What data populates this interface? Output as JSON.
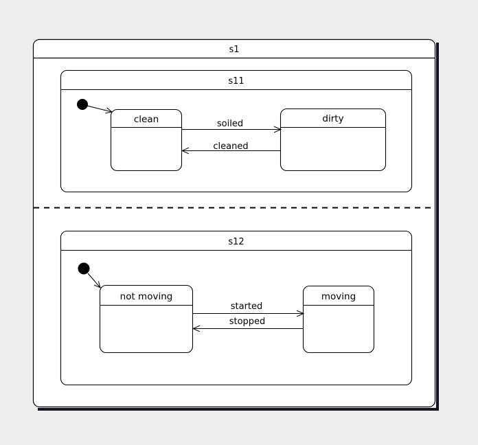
{
  "diagram": {
    "type": "uml-state-machine",
    "background_color": "#eeeeee",
    "line_color": "#000000",
    "fill_color": "#ffffff",
    "composite_state": {
      "name": "s1",
      "regions": [
        {
          "name": "s11",
          "initial_pseudostate": "initial-state-s11",
          "states": [
            {
              "name": "clean"
            },
            {
              "name": "dirty"
            }
          ],
          "transitions": [
            {
              "label": "soiled",
              "from": "clean",
              "to": "dirty"
            },
            {
              "label": "cleaned",
              "from": "dirty",
              "to": "clean"
            },
            {
              "label": "",
              "from": "initial",
              "to": "clean"
            }
          ]
        },
        {
          "name": "s12",
          "initial_pseudostate": "initial-state-s12",
          "states": [
            {
              "name": "not moving"
            },
            {
              "name": "moving"
            }
          ],
          "transitions": [
            {
              "label": "started",
              "from": "not moving",
              "to": "moving"
            },
            {
              "label": "stopped",
              "from": "moving",
              "to": "not moving"
            },
            {
              "label": "",
              "from": "initial",
              "to": "not moving"
            }
          ]
        }
      ]
    }
  }
}
